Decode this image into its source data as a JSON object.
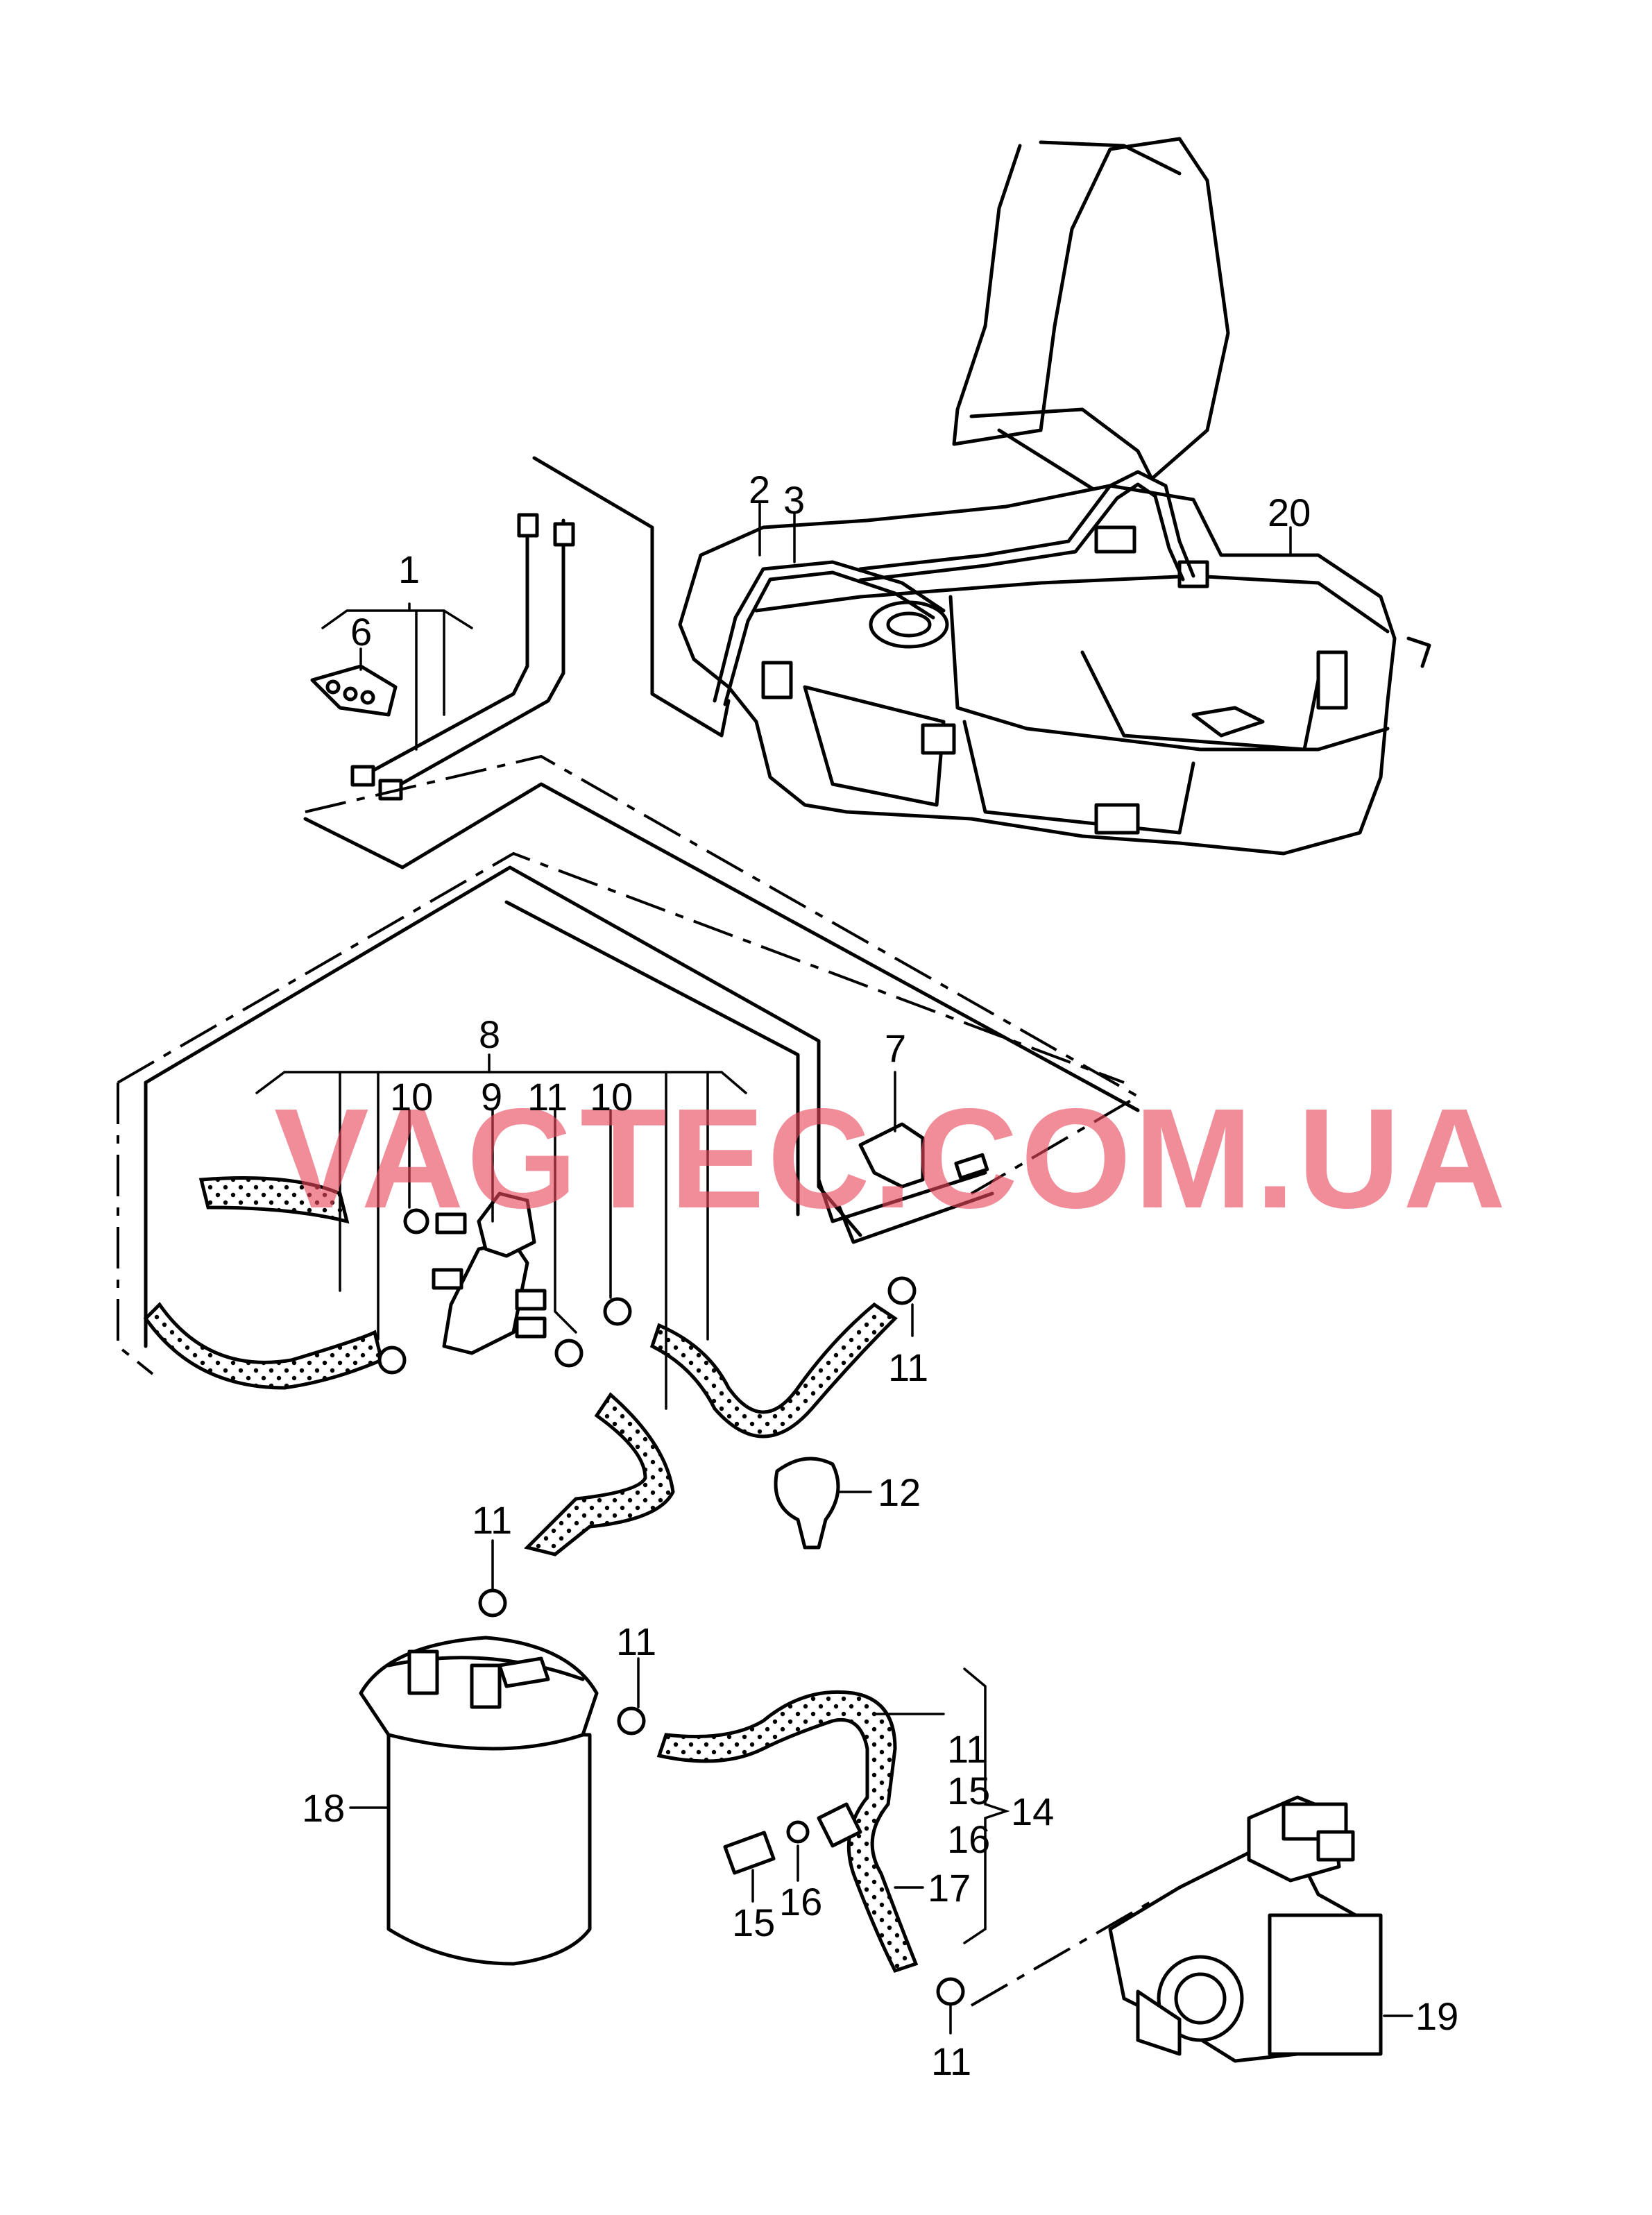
{
  "diagram": {
    "watermark": "VAGTEC.COM.UA",
    "callouts": {
      "c1": "1",
      "c2": "2",
      "c3": "3",
      "c6": "6",
      "c20": "20",
      "c7": "7",
      "c8": "8",
      "c9": "9",
      "c10a": "10",
      "c11a": "11",
      "c10b": "10",
      "c11b": "11",
      "c12": "12",
      "c11c": "11",
      "c11d": "11",
      "c18": "18",
      "c14": "14",
      "c11e": "11",
      "c15a": "15",
      "c16a": "16",
      "c17": "17",
      "c15b": "15",
      "c16b": "16",
      "c11f": "11",
      "c19": "19"
    }
  }
}
